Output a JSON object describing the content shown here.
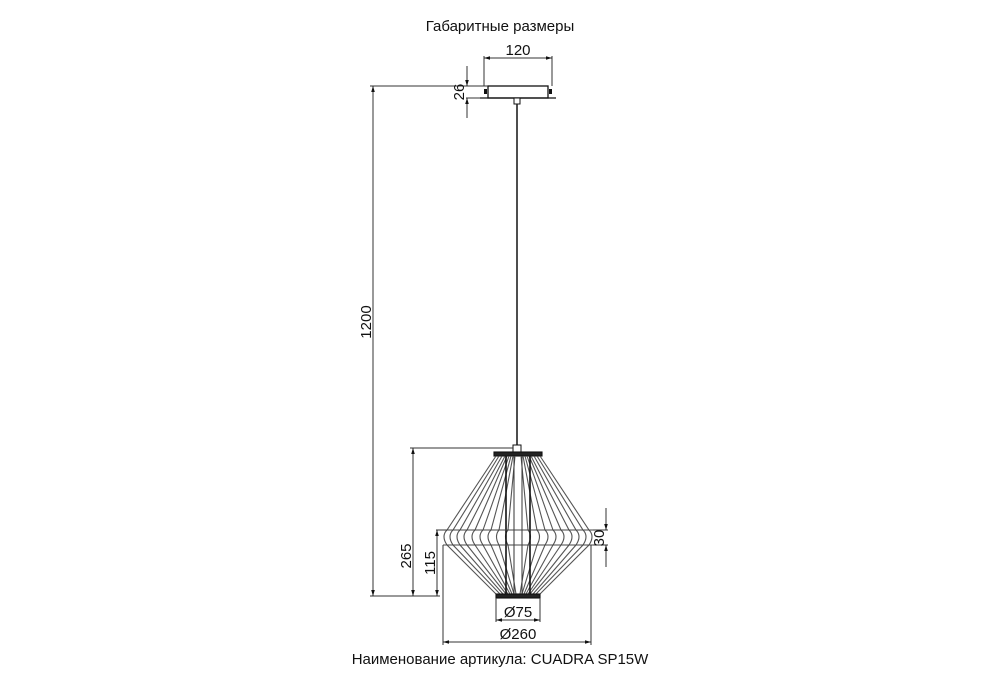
{
  "title": "Габаритные размеры",
  "caption": "Наименование артикула: CUADRA SP15W",
  "dimensions": {
    "canopy_width": "120",
    "canopy_height": "26",
    "total_height": "1200",
    "shade_height": "265",
    "lower_section_height": "115",
    "band_height": "30",
    "bottom_diameter": "Ø75",
    "shade_diameter": "Ø260"
  },
  "colors": {
    "line": "#111111",
    "wire": "#555555",
    "dim_line": "#333333"
  }
}
